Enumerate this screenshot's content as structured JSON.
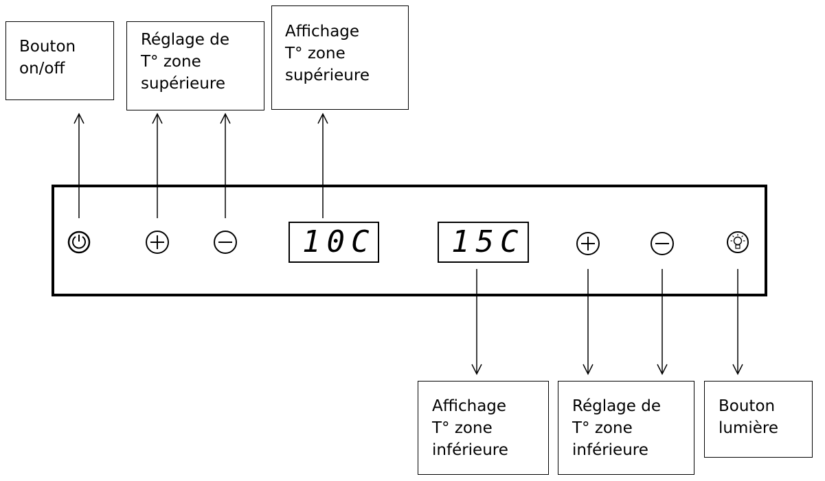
{
  "labels": {
    "power": "Bouton\non/off",
    "upper_setting": "Réglage de\nT° zone\nsupérieure",
    "upper_display": "Affichage\nT° zone\nsupérieure",
    "lower_display": "Affichage\nT° zone\ninférieure",
    "lower_setting": "Réglage de\nT° zone\ninférieure",
    "light": "Bouton\nlumière"
  },
  "displays": {
    "upper": "10C",
    "lower": "15C"
  },
  "icons": {
    "power": "power-icon",
    "plus": "plus-circle-icon",
    "minus": "minus-circle-icon",
    "light": "light-bulb-icon"
  },
  "colors": {
    "stroke": "#000000",
    "background": "#ffffff"
  }
}
